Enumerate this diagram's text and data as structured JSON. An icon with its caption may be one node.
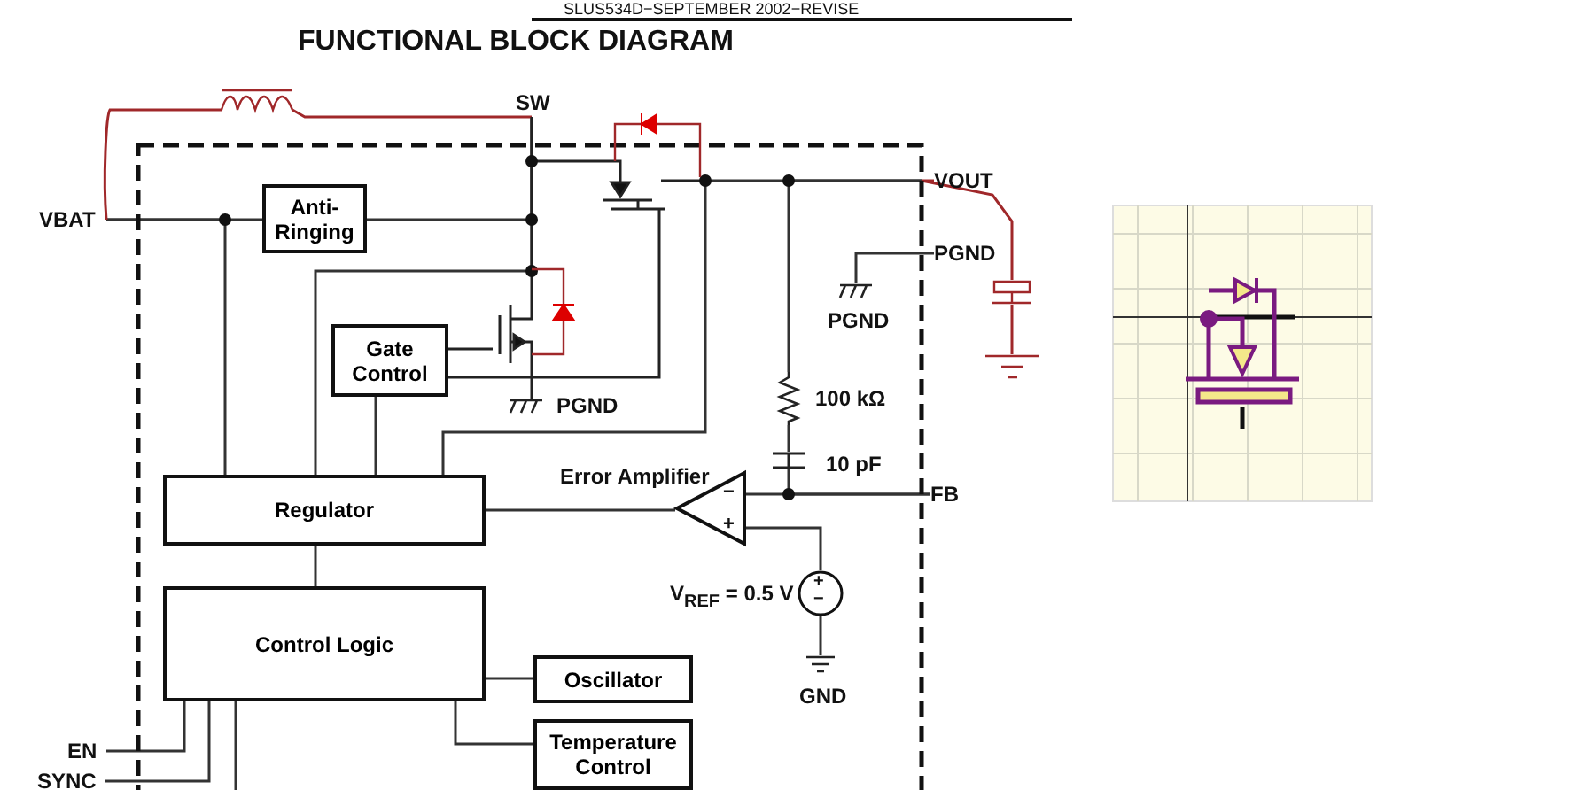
{
  "diagram": {
    "title": "FUNCTIONAL BLOCK DIAGRAM",
    "nodes": [
      {
        "text": [
          "VBAT"
        ]
      },
      {
        "text": [
          "Anti-Ringing"
        ]
      },
      {
        "text": [
          "SW"
        ]
      },
      {
        "text": [
          "Gate Control"
        ]
      },
      {
        "text": [
          "VOUT"
        ]
      },
      {
        "text": [
          "PGND"
        ]
      },
      {
        "text": [
          "Regulator"
        ]
      },
      {
        "text": [
          "−",
          "+"
        ],
        "beside": [
          "Error Amplifier"
        ]
      },
      {
        "text": [
          "FB"
        ]
      },
      {
        "text": [
          "Control Logic"
        ]
      },
      {
        "text": [
          "Oscillator"
        ]
      },
      {
        "text": [
          "Temperature Control"
        ]
      },
      {
        "text": [
          "EN"
        ]
      },
      {
        "text": [
          "SYNC"
        ]
      },
      {
        "text": [],
        "shape": "resistor",
        "beside": [
          "100 kΩ"
        ]
      },
      {
        "text": [],
        "shape": "capacitor",
        "beside": [
          "10 pF"
        ]
      },
      {
        "text": [
          "+",
          "−"
        ],
        "beside": [
          "V$_{REF}$ = 0.5 V"
        ]
      },
      {
        "text": [],
        "shape": "ground",
        "beside": [
          "GND"
        ]
      },
      {
        "text": [],
        "shape": "ground",
        "beside": [
          "PGND"
        ]
      },
      {
        "text": [],
        "shape": "inductor"
      },
      {
        "text": [],
        "shape": "capacitor"
      },
      {
        "text": [],
        "shape": "ground"
      }
    ],
    "edges": [
      {
        "from": 0,
        "to": 1,
        "arrow": "none"
      },
      {
        "from": 1,
        "to": 2,
        "arrow": "none"
      },
      {
        "from": 0,
        "to": 6,
        "arrow": "none"
      },
      {
        "from": 2,
        "to": 6,
        "arrow": "none"
      },
      {
        "from": 3,
        "to": 6,
        "arrow": "none"
      },
      {
        "from": 4,
        "to": 6,
        "arrow": "none"
      },
      {
        "from": 6,
        "to": 7,
        "arrow": "none"
      },
      {
        "from": 7,
        "to": 8,
        "arrow": "none"
      },
      {
        "from": 4,
        "to": 14,
        "arrow": "none"
      },
      {
        "from": 14,
        "to": 15,
        "arrow": "none"
      },
      {
        "from": 15,
        "to": 8,
        "arrow": "none"
      },
      {
        "from": 16,
        "to": 7,
        "arrow": "none"
      },
      {
        "from": 16,
        "to": 17,
        "arrow": "none"
      },
      {
        "from": 6,
        "to": 9,
        "arrow": "none"
      },
      {
        "from": 9,
        "to": 10,
        "arrow": "none"
      },
      {
        "from": 9,
        "to": 11,
        "arrow": "none"
      },
      {
        "from": 12,
        "to": 9,
        "arrow": "none"
      },
      {
        "from": 13,
        "to": 9,
        "arrow": "none"
      },
      {
        "from": 5,
        "to": 18,
        "arrow": "none"
      },
      {
        "from": 0,
        "to": 19,
        "arrow": "none",
        "color": "#a0282a"
      },
      {
        "from": 19,
        "to": 2,
        "arrow": "none",
        "color": "#a0282a"
      },
      {
        "from": 4,
        "to": 20,
        "arrow": "none",
        "color": "#a0282a"
      },
      {
        "from": 20,
        "to": 21,
        "arrow": "none",
        "color": "#a0282a"
      }
    ],
    "labels": [
      "SLUS534D−SEPTEMBER 2002−REVISE",
      "PGND"
    ]
  }
}
